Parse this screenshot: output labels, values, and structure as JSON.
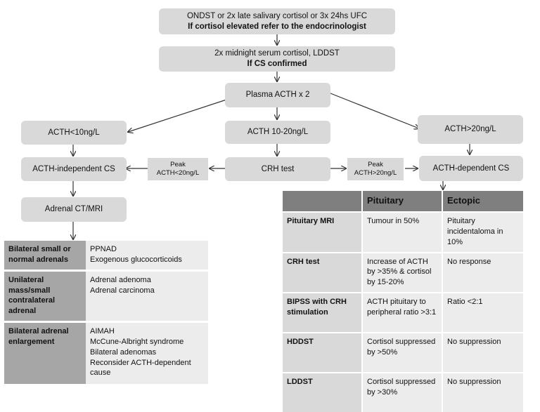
{
  "boxes": {
    "top_line1": "ONDST or 2x late salivary cortisol or 3x 24hs UFC",
    "top_line2": "If cortisol elevated refer to the endocrinologist",
    "second_line1": "2x midnight serum cortisol, LDDST",
    "second_line2": "If CS confirmed",
    "plasma_acth": "Plasma ACTH x 2",
    "acth_low": "ACTH<10ng/L",
    "acth_mid": "ACTH 10-20ng/L",
    "acth_high": "ACTH>20ng/L",
    "acth_independent": "ACTH-independent CS",
    "crh_test": "CRH test",
    "acth_dependent": "ACTH-dependent CS",
    "adrenal_ct": "Adrenal CT/MRI",
    "peak_low_line1": "Peak",
    "peak_low_line2": "ACTH<20ng/L",
    "peak_high_line1": "Peak",
    "peak_high_line2": "ACTH>20ng/L"
  },
  "adrenal_table": {
    "rows": [
      {
        "category": "Bilateral small or normal adrenals",
        "items": [
          "PPNAD",
          "Exogenous glucocorticoids"
        ]
      },
      {
        "category": "Unilateral mass/small contralateral adrenal",
        "items": [
          "Adrenal adenoma",
          "Adrenal carcinoma"
        ]
      },
      {
        "category": "Bilateral adrenal enlargement",
        "items": [
          "AIMAH",
          "McCune-Albright syndrome",
          "Bilateral adenomas",
          "Reconsider ACTH-dependent cause"
        ]
      }
    ]
  },
  "diff_table": {
    "headers": [
      "",
      "Pituitary",
      "Ectopic"
    ],
    "rows": [
      {
        "test": "Pituitary MRI",
        "pituitary": "Tumour in 50%",
        "ectopic": "Pituitary incidentaloma in 10%"
      },
      {
        "test": "CRH test",
        "pituitary": "Increase of ACTH by >35% & cortisol by 15-20%",
        "ectopic": "No response"
      },
      {
        "test": "BIPSS with CRH stimulation",
        "pituitary": "ACTH pituitary to peripheral ratio >3:1",
        "ectopic": "Ratio <2:1"
      },
      {
        "test": "HDDST",
        "pituitary": "Cortisol suppressed by >50%",
        "ectopic": "No suppression"
      },
      {
        "test": "LDDST",
        "pituitary": "Cortisol suppressed by >30%",
        "ectopic": "No suppression"
      }
    ]
  },
  "colors": {
    "box_fill": "#d9d9d9",
    "category_fill": "#a6a6a6",
    "header_fill": "#7f7f7f",
    "cell_fill": "#ececec",
    "arrow": "#333333"
  }
}
